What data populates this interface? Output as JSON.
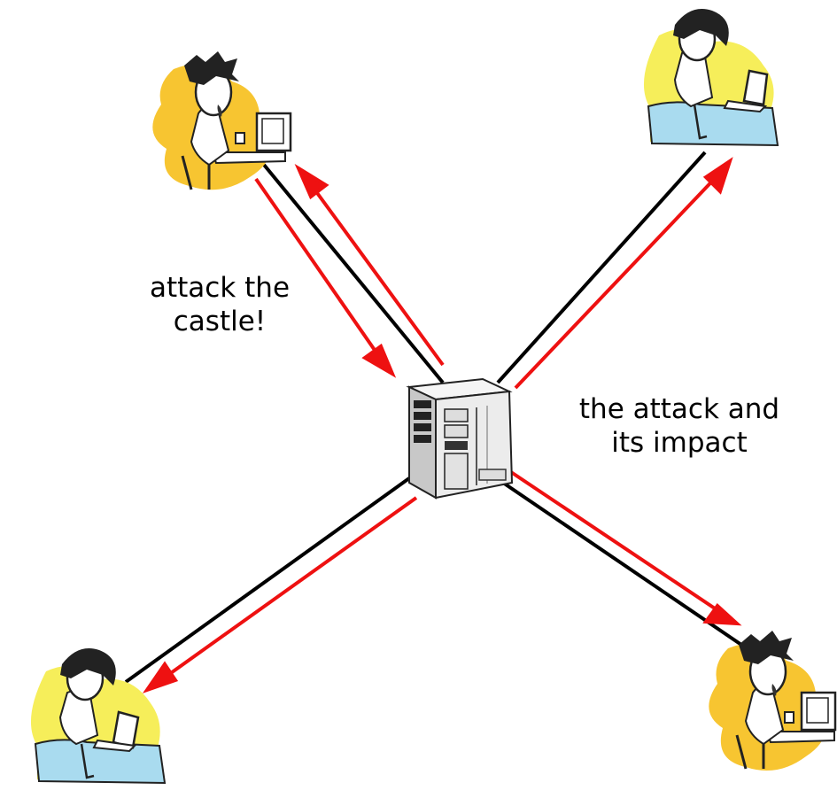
{
  "labels": {
    "left_line1": "attack the",
    "left_line2": "castle!",
    "right_line1": "the attack and",
    "right_line2": "its impact"
  },
  "colors": {
    "link": "#000000",
    "message_arrow": "#ee1111",
    "server_body": "#ececec",
    "user_male_background": "#f7c531",
    "user_female_background": "#f6ee5a",
    "bed": "#a9dbef"
  },
  "nodes": [
    {
      "id": "server",
      "icon": "tower-server-icon"
    },
    {
      "id": "user-top-left",
      "icon": "man-at-desktop-computer-icon"
    },
    {
      "id": "user-top-right",
      "icon": "woman-with-laptop-icon"
    },
    {
      "id": "user-bottom-left",
      "icon": "woman-with-laptop-icon"
    },
    {
      "id": "user-bottom-right",
      "icon": "man-at-desktop-computer-icon"
    }
  ],
  "messages": [
    {
      "from": "user-top-left",
      "to": "server"
    },
    {
      "from": "server",
      "to": "user-top-left"
    },
    {
      "from": "server",
      "to": "user-top-right"
    },
    {
      "from": "server",
      "to": "user-bottom-left"
    },
    {
      "from": "server",
      "to": "user-bottom-right"
    }
  ]
}
